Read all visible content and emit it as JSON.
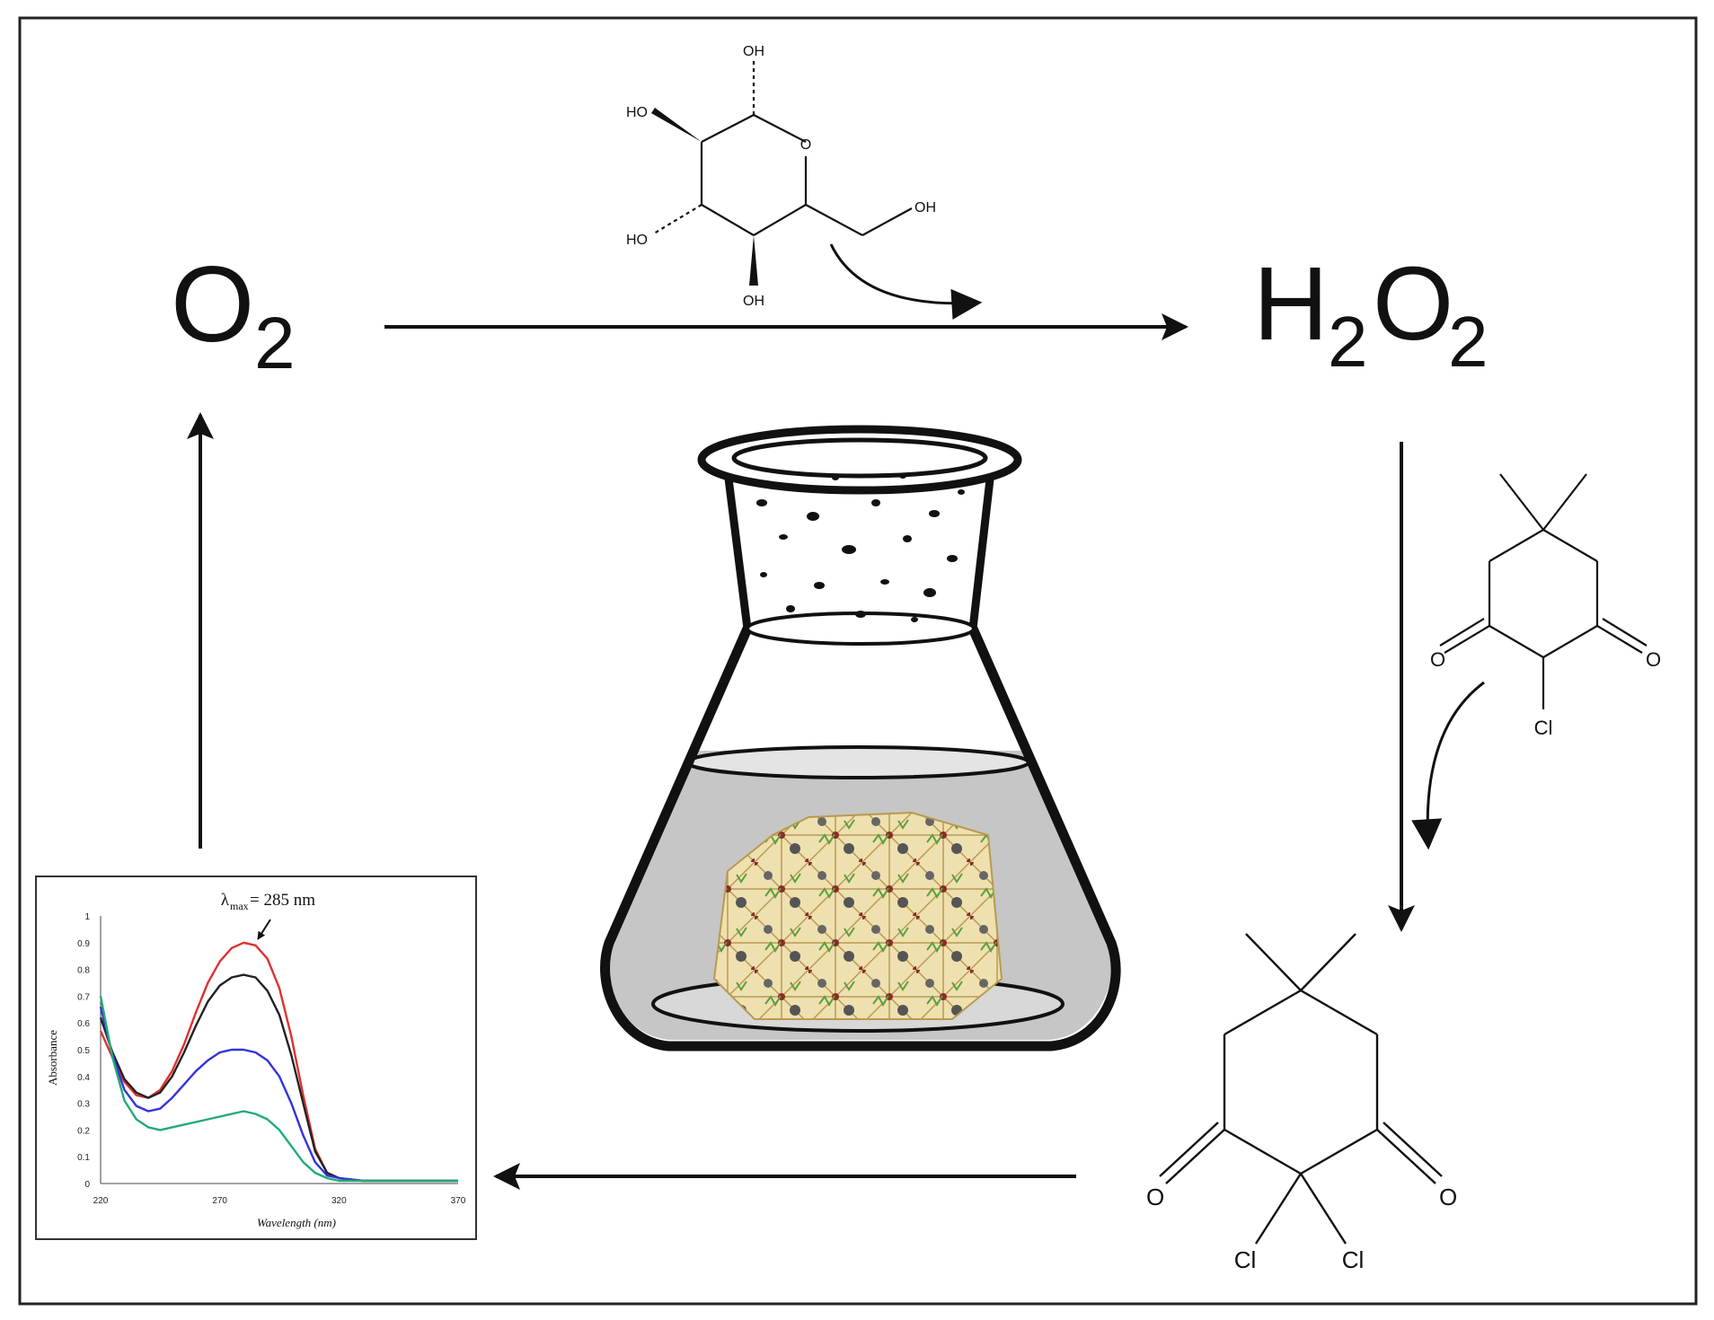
{
  "species": {
    "o2": {
      "main": "O",
      "sub": "2"
    },
    "h2o2": {
      "h": "H",
      "h_sub": "2",
      "o": "O",
      "o_sub": "2"
    }
  },
  "glucose": {
    "oh_top": "OH",
    "ho_left_top": "HO",
    "ho_left_bottom": "HO",
    "oh_bottom": "OH",
    "oh_right": "OH",
    "ring_o": "O"
  },
  "dimedone_cl": {
    "o_left": "O",
    "o_right": "O",
    "cl": "Cl"
  },
  "dimedone_cl2": {
    "o_left": "O",
    "o_right": "O",
    "cl_left": "Cl",
    "cl_right": "Cl"
  },
  "chart_data": {
    "type": "line",
    "annotation": "λmax= 285 nm",
    "annotation_main": "λ",
    "annotation_sub": "max",
    "annotation_tail": "= 285 nm",
    "xlabel": "Wavelength (nm)",
    "ylabel": "Absorbance",
    "xlim": [
      220,
      370
    ],
    "ylim": [
      0,
      1
    ],
    "xticks": [
      220,
      270,
      320,
      370
    ],
    "yticks": [
      0,
      0.1,
      0.2,
      0.3,
      0.4,
      0.5,
      0.6,
      0.7,
      0.8,
      0.9,
      1
    ],
    "ytick_labels": [
      "0",
      "0.1",
      "0.2",
      "0.3",
      "0.4",
      "0.5",
      "0.6",
      "0.7",
      "0.8",
      "0.9",
      "1"
    ],
    "grid": false,
    "series": [
      {
        "color": "#e03030",
        "x": [
          220,
          225,
          230,
          235,
          240,
          245,
          250,
          255,
          260,
          265,
          270,
          275,
          280,
          285,
          290,
          295,
          300,
          305,
          310,
          315,
          320,
          330,
          340,
          350,
          360,
          370
        ],
        "y": [
          0.57,
          0.47,
          0.38,
          0.33,
          0.32,
          0.35,
          0.42,
          0.52,
          0.64,
          0.75,
          0.83,
          0.88,
          0.9,
          0.89,
          0.84,
          0.73,
          0.55,
          0.33,
          0.13,
          0.04,
          0.02,
          0.01,
          0.01,
          0.01,
          0.01,
          0.01
        ]
      },
      {
        "color": "#222222",
        "x": [
          220,
          225,
          230,
          235,
          240,
          245,
          250,
          255,
          260,
          265,
          270,
          275,
          280,
          285,
          290,
          295,
          300,
          305,
          310,
          315,
          320,
          330,
          340,
          350,
          360,
          370
        ],
        "y": [
          0.62,
          0.49,
          0.39,
          0.34,
          0.32,
          0.34,
          0.4,
          0.49,
          0.59,
          0.68,
          0.74,
          0.77,
          0.78,
          0.77,
          0.72,
          0.63,
          0.48,
          0.3,
          0.12,
          0.04,
          0.02,
          0.01,
          0.01,
          0.01,
          0.01,
          0.01
        ]
      },
      {
        "color": "#3333dd",
        "x": [
          220,
          225,
          230,
          235,
          240,
          245,
          250,
          255,
          260,
          265,
          270,
          275,
          280,
          285,
          290,
          295,
          300,
          305,
          310,
          315,
          320,
          330,
          340,
          350,
          360,
          370
        ],
        "y": [
          0.66,
          0.48,
          0.35,
          0.29,
          0.27,
          0.28,
          0.32,
          0.37,
          0.42,
          0.46,
          0.49,
          0.5,
          0.5,
          0.49,
          0.46,
          0.4,
          0.3,
          0.18,
          0.08,
          0.03,
          0.02,
          0.01,
          0.01,
          0.01,
          0.01,
          0.01
        ]
      },
      {
        "color": "#22aa77",
        "x": [
          220,
          225,
          230,
          235,
          240,
          245,
          250,
          255,
          260,
          265,
          270,
          275,
          280,
          285,
          290,
          295,
          300,
          305,
          310,
          315,
          320,
          330,
          340,
          350,
          360,
          370
        ],
        "y": [
          0.7,
          0.47,
          0.31,
          0.24,
          0.21,
          0.2,
          0.21,
          0.22,
          0.23,
          0.24,
          0.25,
          0.26,
          0.27,
          0.26,
          0.24,
          0.2,
          0.14,
          0.08,
          0.04,
          0.02,
          0.01,
          0.01,
          0.01,
          0.01,
          0.01,
          0.01
        ]
      }
    ]
  }
}
